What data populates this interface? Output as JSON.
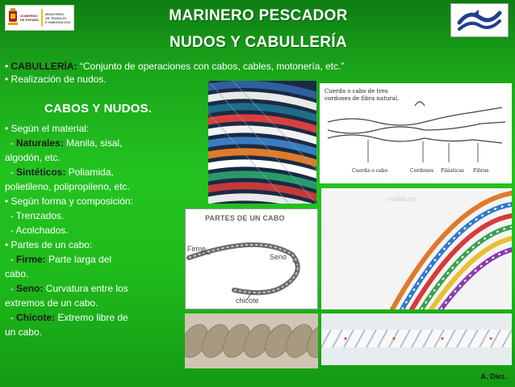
{
  "header": {
    "title_line1": "MARINERO PESCADOR",
    "title_line2": "NUDOS Y CABULLERÍA",
    "logo_left_text": [
      "GOBIERNO",
      "DE ESPAÑA",
      "MINISTERIO",
      "DE TRABAJO",
      "E INMIGRACIÓN"
    ]
  },
  "top_bullets": [
    {
      "bullet": "• ",
      "key": "CABULLERÍA:",
      "text": " “Conjunto de operaciones con cabos, cables, motonería, etc.”"
    },
    {
      "bullet": "• ",
      "key": "",
      "text": "Realización de nudos."
    }
  ],
  "section_title": "CABOS Y NUDOS.",
  "left_lines": [
    {
      "pre": "• Según el material:",
      "key": "",
      "post": ""
    },
    {
      "pre": "  - ",
      "key": "Naturales:",
      "post": " Manila, sisal,"
    },
    {
      "pre": "algodón, etc.",
      "key": "",
      "post": ""
    },
    {
      "pre": "  - ",
      "key": "Sintéticos:",
      "post": " Poliamida,"
    },
    {
      "pre": "polietileno, polipropileno, etc.",
      "key": "",
      "post": ""
    },
    {
      "pre": "• Según forma y composición:",
      "key": "",
      "post": ""
    },
    {
      "pre": "  - Trenzados.",
      "key": "",
      "post": ""
    },
    {
      "pre": "  - Acolchados.",
      "key": "",
      "post": ""
    },
    {
      "pre": "• Partes de un cabo:",
      "key": "",
      "post": ""
    },
    {
      "pre": "  - ",
      "key": "Firme:",
      "post": " Parte larga del"
    },
    {
      "pre": "cabo.",
      "key": "",
      "post": ""
    },
    {
      "pre": "  - ",
      "key": "Seno:",
      "post": " Curvatura entre los"
    },
    {
      "pre": "extremos de un cabo.",
      "key": "",
      "post": ""
    },
    {
      "pre": "  - ",
      "key": "Chicote:",
      "post": " Extremo libre de"
    },
    {
      "pre": "un cabo.",
      "key": "",
      "post": ""
    }
  ],
  "diagram_rope": {
    "caption": "Cuerda o cabo de tres cordones de fibra natural.",
    "labels": [
      "Cuerda o cabo",
      "Cordones",
      "Filásticas",
      "Fibras"
    ]
  },
  "diagram_parts": {
    "heading": "PARTES DE UN CABO",
    "firme": "Firme",
    "seno": "Seno",
    "chicote": "chicote"
  },
  "watermark": "vulko.es",
  "author": "A. Díez.",
  "colors": {
    "background": "#23c320",
    "keyword": "#1a1a1a",
    "text": "#ffffff"
  }
}
